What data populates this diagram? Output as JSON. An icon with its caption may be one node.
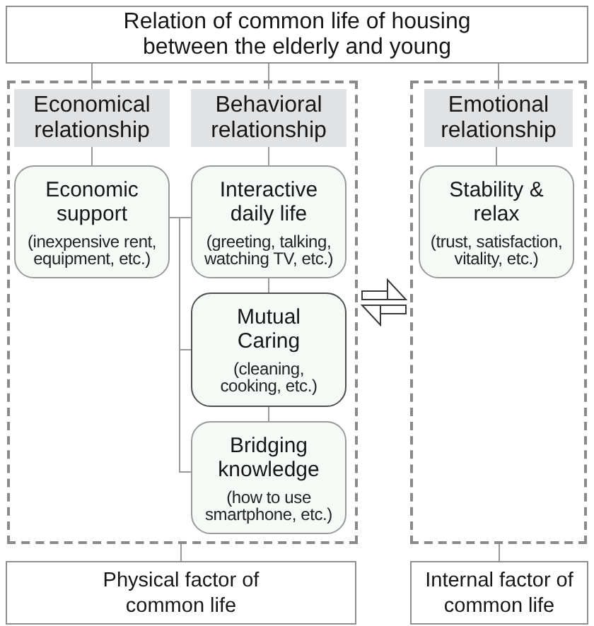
{
  "diagram": {
    "nodes": [
      {
        "text": [
          "Relation of common life of housing between the elderly and young"
        ]
      },
      {
        "text": [],
        "shape": "box"
      },
      {
        "text": [
          "Economical relationship"
        ],
        "in": 1
      },
      {
        "text": [
          "Behavioral relationship"
        ],
        "in": 1
      },
      {
        "text": [
          "Economic support",
          "(inexpensive rent, equipment, etc.)"
        ],
        "in": 1
      },
      {
        "text": [
          "Interactive daily life",
          "(greeting, talking, watching TV, etc.)"
        ],
        "in": 1
      },
      {
        "text": [
          "Mutual Caring",
          "(cleaning, cooking, etc.)"
        ],
        "in": 1
      },
      {
        "text": [
          "Bridging knowledge",
          "(how to use smartphone, etc.)"
        ],
        "in": 1
      },
      {
        "text": [],
        "shape": "box"
      },
      {
        "text": [
          "Emotional relationship"
        ],
        "in": 8
      },
      {
        "text": [
          "Stability & relax",
          "(trust, satisfaction, vitality, etc.)"
        ],
        "in": 8
      },
      {
        "text": [
          "Physical factor of common life"
        ]
      },
      {
        "text": [
          "Internal factor of common life"
        ]
      }
    ],
    "edges": [
      {
        "from": 0,
        "to": 2,
        "arrow": "none"
      },
      {
        "from": 0,
        "to": 3,
        "arrow": "none"
      },
      {
        "from": 0,
        "to": 9,
        "arrow": "none"
      },
      {
        "from": 2,
        "to": 4,
        "arrow": "none"
      },
      {
        "from": 3,
        "to": 5,
        "arrow": "none"
      },
      {
        "from": 9,
        "to": 10,
        "arrow": "none"
      },
      {
        "from": 4,
        "to": 5,
        "arrow": "none"
      },
      {
        "from": 4,
        "to": 6,
        "arrow": "none"
      },
      {
        "from": 4,
        "to": 7,
        "arrow": "none"
      },
      {
        "from": 5,
        "to": 6,
        "arrow": "none"
      },
      {
        "from": 6,
        "to": 7,
        "arrow": "none"
      },
      {
        "from": 1,
        "to": 8,
        "arrow": "both",
        "color": "#3a3a3a"
      },
      {
        "from": 1,
        "to": 11,
        "arrow": "none"
      },
      {
        "from": 8,
        "to": 12,
        "arrow": "none"
      }
    ]
  }
}
